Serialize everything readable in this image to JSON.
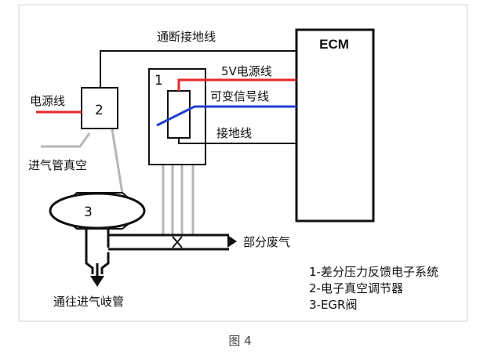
{
  "diagram": {
    "ecm_label": "ECM",
    "wire_labels": {
      "through_ground": "通断接地线",
      "supply_5v": "5V电源线",
      "variable_signal": "可变信号线",
      "ground": "接地线",
      "power": "电源线"
    },
    "component_numbers": {
      "c1": "1",
      "c2": "2",
      "c3": "3"
    },
    "vacuum_labels": {
      "intake_vacuum": "进气管真空",
      "partial_exhaust": "部分废气",
      "to_intake_manifold": "通往进气岐管"
    },
    "legend": [
      "1-差分压力反馈电子系统",
      "2-电子真空调节器",
      "3-EGR阀"
    ],
    "colors": {
      "supply": "#e8262b",
      "signal": "#1f3fd1",
      "wire": "#111111",
      "hose": "#b5b5b5",
      "frame": "#d4d4d4"
    }
  },
  "caption": "图 4"
}
